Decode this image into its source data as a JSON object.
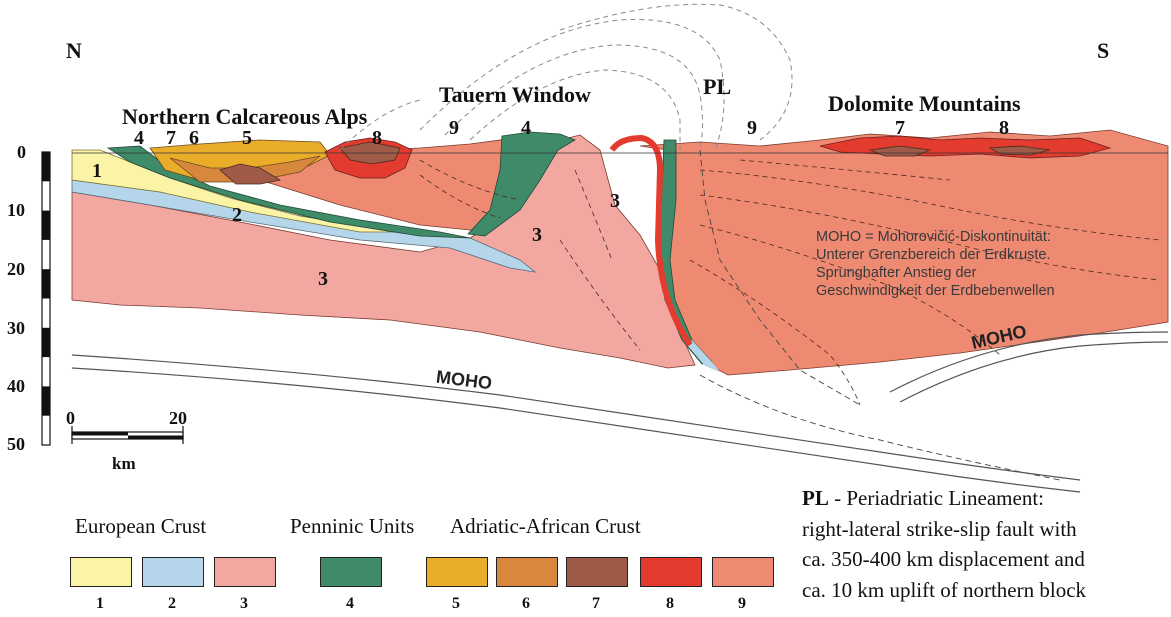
{
  "directions": {
    "north": "N",
    "south": "S"
  },
  "regions": {
    "northern": "Northern Calcareous Alps",
    "tauern": "Tauern Window",
    "pl": "PL",
    "dolomite": "Dolomite Mountains"
  },
  "depth_axis": {
    "ticks": [
      "0",
      "10",
      "20",
      "30",
      "40",
      "50"
    ]
  },
  "scale_bar": {
    "start": "0",
    "end": "20",
    "unit": "km"
  },
  "unit_labels": [
    "1",
    "2",
    "3",
    "3",
    "3",
    "4",
    "7",
    "6",
    "5",
    "8",
    "9",
    "4",
    "9",
    "7",
    "8"
  ],
  "moho_labels": [
    "MOHO",
    "MOHO"
  ],
  "moho_note": [
    "MOHO = Mohorovičić-Diskontinuität:",
    "Unterer Grenzbereich der Erdkruste.",
    "Sprunghafter Anstieg der",
    "Geschwindigkeit der Erdbebenwellen"
  ],
  "legend": {
    "groups": [
      "European Crust",
      "Penninic Units",
      "Adriatic-African Crust"
    ],
    "items": [
      {
        "num": "1",
        "color": "#fbf3a6"
      },
      {
        "num": "2",
        "color": "#b5d6ea"
      },
      {
        "num": "3",
        "color": "#f2a7a1"
      },
      {
        "num": "4",
        "color": "#3f8a68"
      },
      {
        "num": "5",
        "color": "#e9ad2a"
      },
      {
        "num": "6",
        "color": "#d8883c"
      },
      {
        "num": "7",
        "color": "#a05a48"
      },
      {
        "num": "8",
        "color": "#e43b2f"
      },
      {
        "num": "9",
        "color": "#ee8a72"
      }
    ]
  },
  "pl_description": {
    "abbr": "PL",
    "lines": [
      " - Periadriatic Lineament:",
      "right-lateral strike-slip fault with",
      "ca. 350-400 km displacement and",
      "ca. 10 km uplift of northern block"
    ]
  }
}
